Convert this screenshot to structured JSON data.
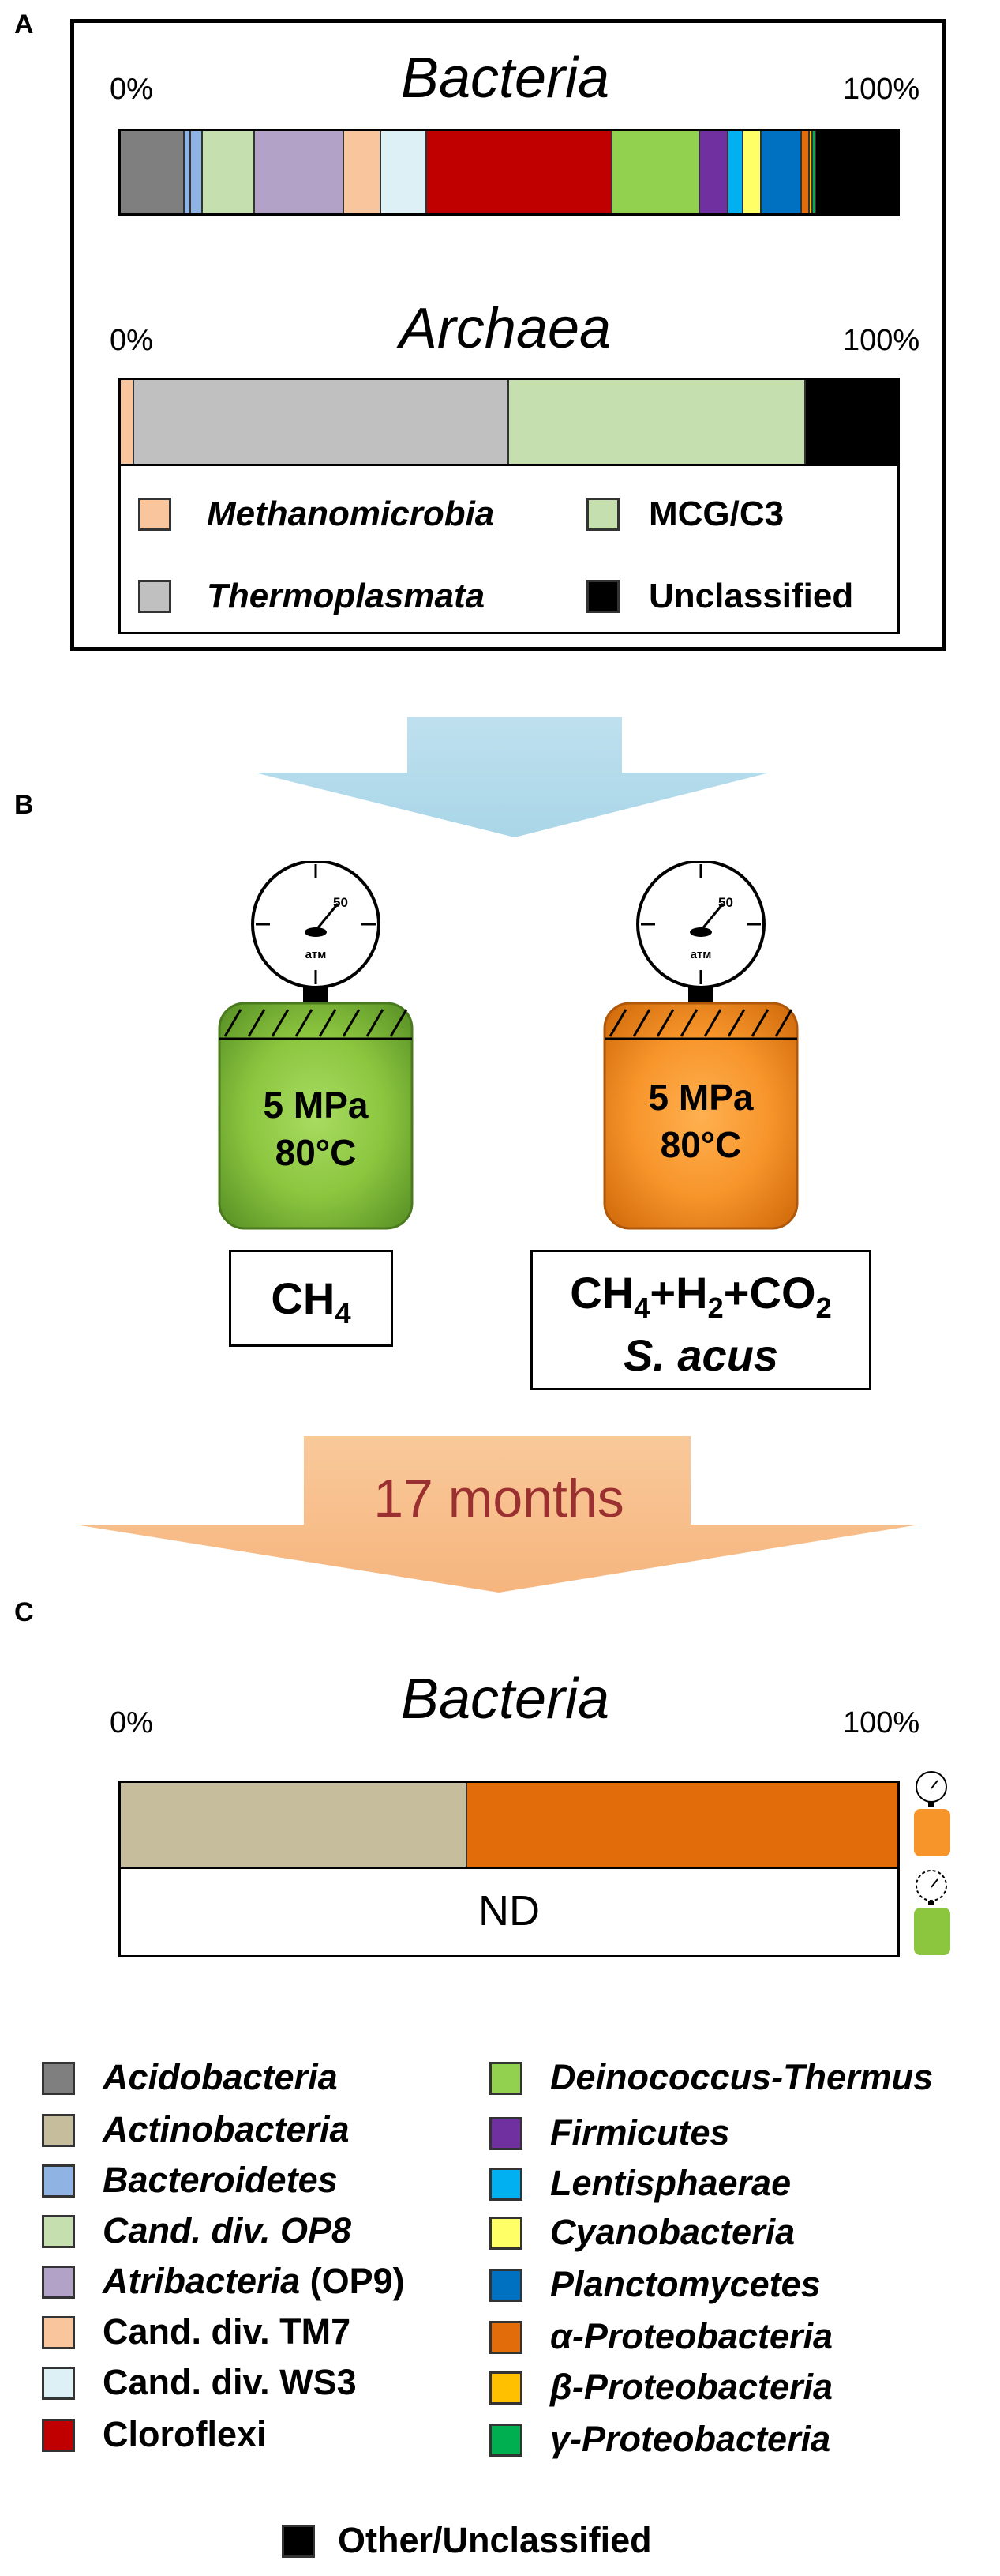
{
  "panels": {
    "a": "A",
    "b": "B",
    "c": "C"
  },
  "colors": {
    "Acidobacteria": "#7f7f7f",
    "Actinobacteria": "#c5bd9b",
    "Bacteroidetes": "#8fb4e3",
    "Cand. div. OP8": "#c5dfae",
    "Atribacteria": "#b3a2c8",
    "Cand. div. TM7": "#f9c59d",
    "Cand. div. WS3": "#dcf0f6",
    "Cloroflexi": "#c00000",
    "Deinococcus-Thermus": "#92d050",
    "Firmicutes": "#7030a0",
    "Lentisphaerae": "#00b0f0",
    "Cyanobacteria": "#ffff66",
    "Planctomycetes": "#0070c0",
    "alpha-Proteobacteria": "#e36c0a",
    "beta-Proteobacteria": "#ffc000",
    "gamma-Proteobacteria": "#00b050",
    "Other/Unclassified": "#000000",
    "Methanomicrobia": "#f9c59d",
    "MCG/C3": "#c5dfae",
    "Thermoplasmata": "#c0c0c0",
    "Unclassified": "#000000"
  },
  "panel_a": {
    "bacteria_title": "Bacteria",
    "archaea_title": "Archaea",
    "pct_min": "0%",
    "pct_max": "100%",
    "archaea_legend": [
      {
        "label": "Methanomicrobia",
        "italic": true,
        "key": "Methanomicrobia"
      },
      {
        "label": "MCG/C3",
        "italic": false,
        "key": "MCG/C3"
      },
      {
        "label": "Thermoplasmata",
        "italic": true,
        "key": "Thermoplasmata"
      },
      {
        "label": "Unclassified",
        "italic": false,
        "key": "Unclassified"
      }
    ]
  },
  "panel_b": {
    "gauge_label": "50",
    "gauge_unit": "атм",
    "reactor_left": {
      "pressure": "5 MPa",
      "temp": "80°C"
    },
    "reactor_right": {
      "pressure": "5 MPa",
      "temp": "80°C"
    },
    "label_left": "CH4",
    "label_right_line1": "CH4+H2+CO2",
    "label_right_line2": "S. acus",
    "arrow_text": "17 months"
  },
  "panel_c": {
    "bacteria_title": "Bacteria",
    "pct_min": "0%",
    "pct_max": "100%",
    "nd_label": "ND"
  },
  "legend": {
    "left": [
      {
        "label": "Acidobacteria",
        "suffix": "",
        "italic": true
      },
      {
        "label": "Actinobacteria",
        "suffix": "",
        "italic": true
      },
      {
        "label": "Bacteroidetes",
        "suffix": "",
        "italic": true
      },
      {
        "label": "Cand. div. OP8",
        "suffix": "",
        "italic": true
      },
      {
        "label": "Atribacteria",
        "suffix": " (OP9)",
        "italic": true
      },
      {
        "label": "Cand. div. TM7",
        "suffix": "",
        "italic": false
      },
      {
        "label": "Cand. div. WS3",
        "suffix": "",
        "italic": false
      },
      {
        "label": "Cloroflexi",
        "suffix": "",
        "italic": false
      }
    ],
    "right": [
      {
        "label": "Deinococcus-Thermus",
        "key": "Deinococcus-Thermus"
      },
      {
        "label": "Firmicutes",
        "key": "Firmicutes"
      },
      {
        "label": "Lentisphaerae",
        "key": "Lentisphaerae"
      },
      {
        "label": "Cyanobacteria",
        "key": "Cyanobacteria"
      },
      {
        "label": "Planctomycetes",
        "key": "Planctomycetes"
      },
      {
        "label": "α-Proteobacteria",
        "key": "alpha-Proteobacteria"
      },
      {
        "label": "β-Proteobacteria",
        "key": "beta-Proteobacteria"
      },
      {
        "label": "γ-Proteobacteria",
        "key": "gamma-Proteobacteria"
      }
    ],
    "other": "Other/Unclassified"
  },
  "chart_data": [
    {
      "type": "bar",
      "title": "Bacteria",
      "stacked": true,
      "xlim": [
        0,
        100
      ],
      "series": [
        {
          "name": "Acidobacteria",
          "value": 8.1
        },
        {
          "name": "Bacteroidetes",
          "value": 0.8
        },
        {
          "name": "Bacteroidetes",
          "value": 1.5
        },
        {
          "name": "Cand. div. OP8",
          "value": 6.6
        },
        {
          "name": "Atribacteria",
          "value": 11.3
        },
        {
          "name": "Cand. div. TM7",
          "value": 4.7
        },
        {
          "name": "Cand. div. WS3",
          "value": 5.8
        },
        {
          "name": "Cloroflexi",
          "value": 23.4
        },
        {
          "name": "Deinococcus-Thermus",
          "value": 11.1
        },
        {
          "name": "Firmicutes",
          "value": 3.6
        },
        {
          "name": "Lentisphaerae",
          "value": 1.9
        },
        {
          "name": "Cyanobacteria",
          "value": 2.3
        },
        {
          "name": "Planctomycetes",
          "value": 5.1
        },
        {
          "name": "alpha-Proteobacteria",
          "value": 1.0
        },
        {
          "name": "beta-Proteobacteria",
          "value": 0.4
        },
        {
          "name": "gamma-Proteobacteria",
          "value": 0.4
        },
        {
          "name": "Other/Unclassified",
          "value": 10.3
        }
      ]
    },
    {
      "type": "bar",
      "title": "Archaea",
      "stacked": true,
      "xlim": [
        0,
        100
      ],
      "series": [
        {
          "name": "Methanomicrobia",
          "value": 1.7
        },
        {
          "name": "Thermoplasmata",
          "value": 48.3
        },
        {
          "name": "MCG/C3",
          "value": 38.2
        },
        {
          "name": "Unclassified",
          "value": 11.8
        }
      ]
    },
    {
      "type": "bar",
      "title": "Bacteria",
      "stacked": true,
      "xlim": [
        0,
        100
      ],
      "rows": [
        {
          "condition": "CH4+H2+CO2 S. acus",
          "series": [
            {
              "name": "Actinobacteria",
              "value": 44.6
            },
            {
              "name": "alpha-Proteobacteria",
              "value": 55.4
            }
          ]
        },
        {
          "condition": "CH4",
          "value_label": "ND"
        }
      ]
    }
  ]
}
